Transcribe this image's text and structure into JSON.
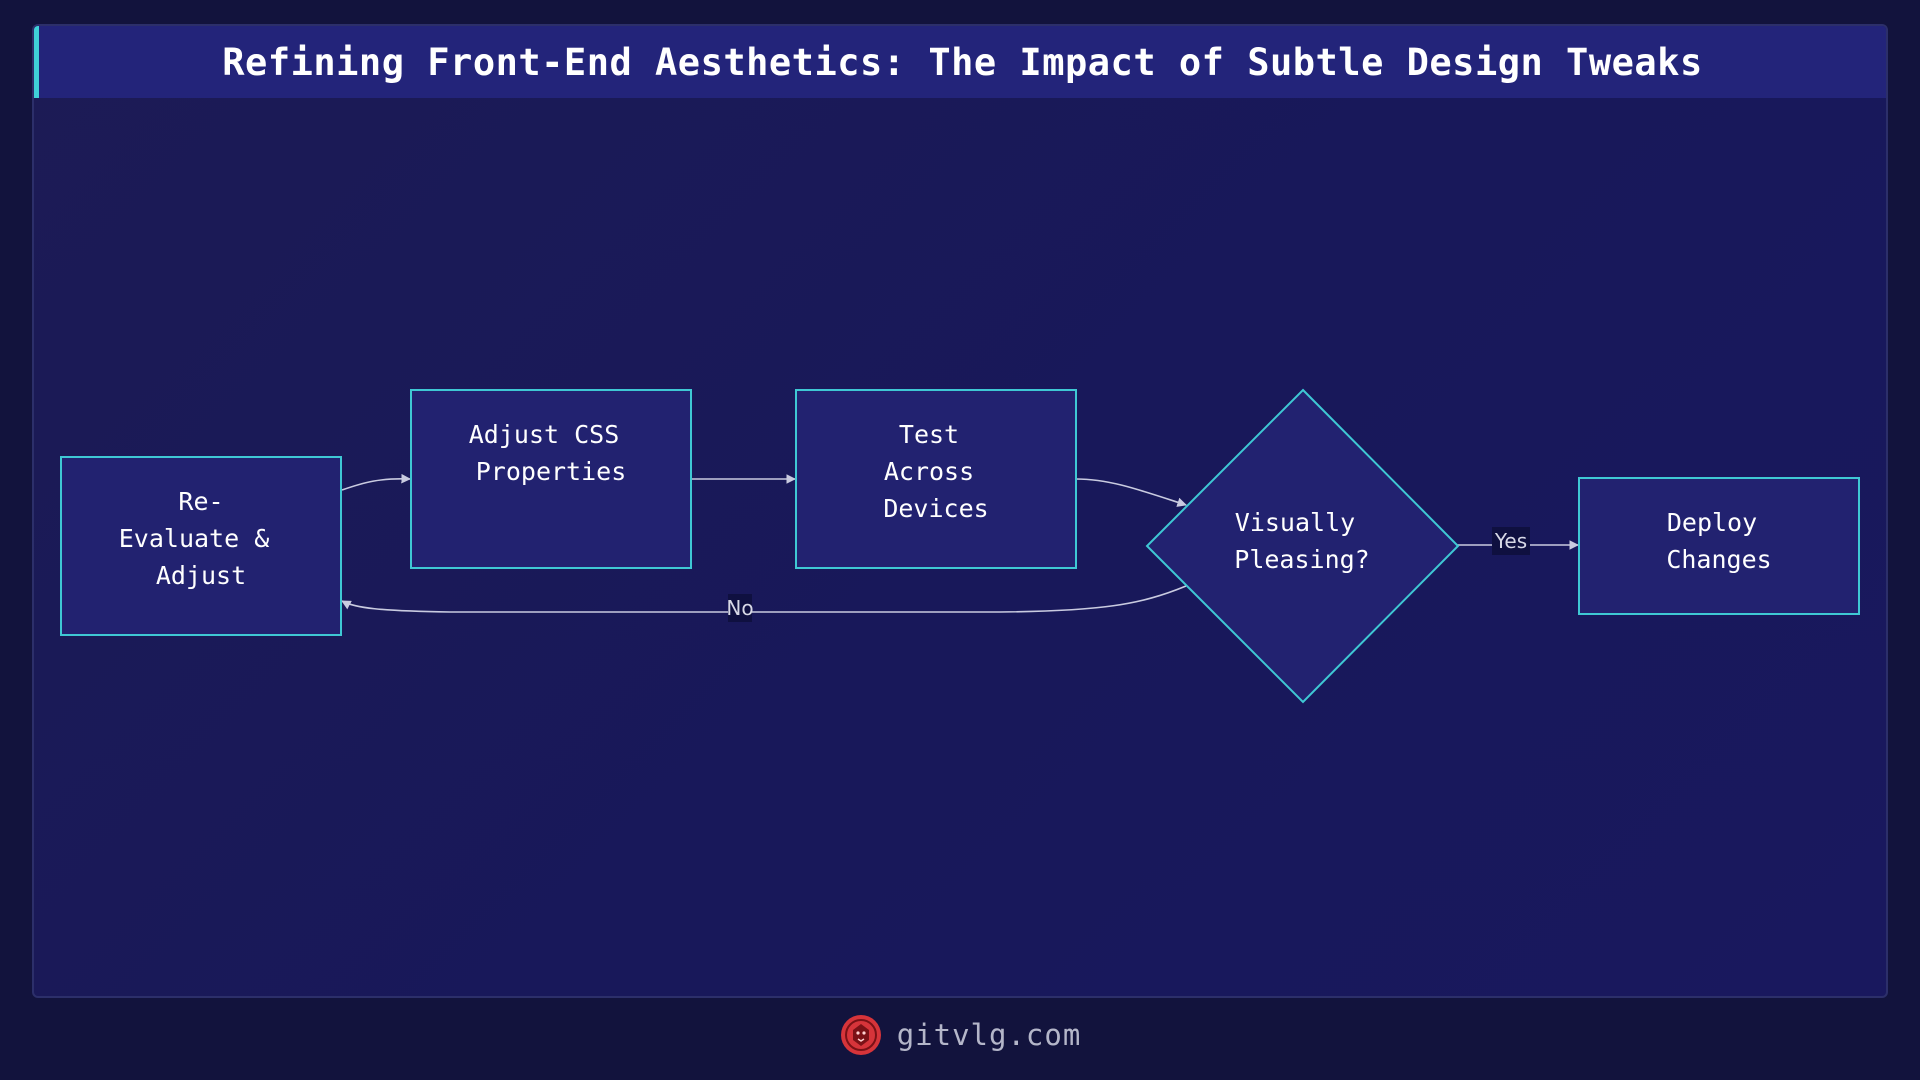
{
  "title": "Refining Front-End Aesthetics: The Impact of Subtle Design Tweaks",
  "nodes": {
    "reevaluate": {
      "lines": [
        "Re-",
        "Evaluate &",
        "Adjust"
      ]
    },
    "adjust_css": {
      "lines": [
        "Adjust CSS",
        "Properties"
      ]
    },
    "test": {
      "lines": [
        "Test",
        "Across",
        "Devices"
      ]
    },
    "decision": {
      "lines": [
        "Visually",
        "Pleasing?"
      ]
    },
    "deploy": {
      "lines": [
        "Deploy",
        "Changes"
      ]
    }
  },
  "edges": {
    "yes_label": "Yes",
    "no_label": "No"
  },
  "footer": {
    "site": "gitvlg.com",
    "logo_icon": "lion-logo-icon"
  },
  "colors": {
    "node_fill": "#222270",
    "node_stroke": "#3fc8d4",
    "edge": "#c9cbe0",
    "accent": "#3fd1d8",
    "logo": "#d6343a"
  }
}
